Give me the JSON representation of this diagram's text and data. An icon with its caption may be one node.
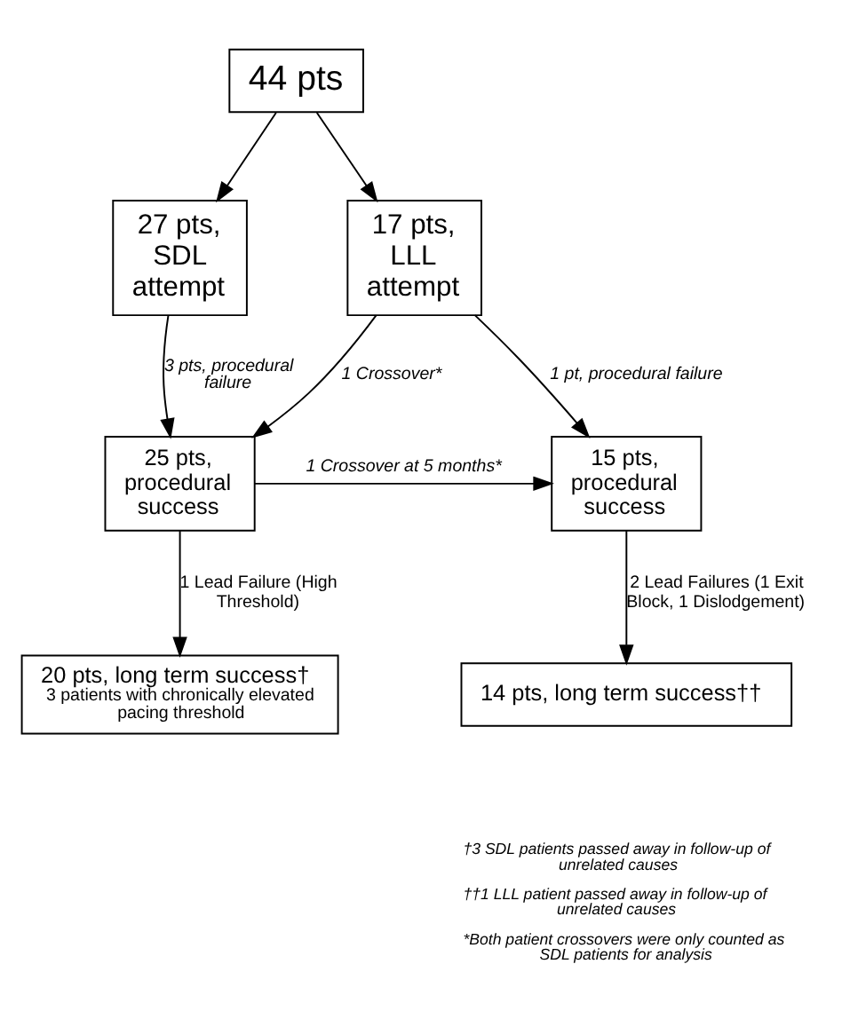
{
  "diagram": {
    "nodes": [
      {
        "text": [
          "44 pts"
        ]
      },
      {
        "text": [
          "27 pts, SDL attempt"
        ]
      },
      {
        "text": [
          "17 pts, LLL attempt"
        ]
      },
      {
        "text": [
          "25 pts, procedural success"
        ]
      },
      {
        "text": [
          "15 pts, procedural success"
        ]
      },
      {
        "text": [
          "20 pts, long term success†",
          "3 patients with chronically elevated pacing threshold"
        ]
      },
      {
        "text": [
          "14 pts, long term success††"
        ]
      }
    ],
    "edges": [
      {
        "from": 0,
        "to": 1,
        "arrow": "to"
      },
      {
        "from": 0,
        "to": 2,
        "arrow": "to"
      },
      {
        "from": 1,
        "to": 3,
        "arrow": "to",
        "label": "3 pts, procedural failure"
      },
      {
        "from": 2,
        "to": 3,
        "arrow": "to",
        "label": "1 Crossover*"
      },
      {
        "from": 2,
        "to": 4,
        "arrow": "to",
        "label": "1 pt, procedural failure"
      },
      {
        "from": 3,
        "to": 4,
        "arrow": "to",
        "label": "1 Crossover at 5 months*"
      },
      {
        "from": 3,
        "to": 5,
        "arrow": "to",
        "label": "1 Lead Failure (High Threshold)"
      },
      {
        "from": 4,
        "to": 6,
        "arrow": "to",
        "label": "2 Lead Failures (1 Exit Block, 1 Dislodgement)"
      }
    ],
    "labels": [
      "†3 SDL patients passed away in follow-up of unrelated causes",
      "††1 LLL patient passed away in follow-up of unrelated causes",
      "*Both patient crossovers were only counted as SDL patients for analysis"
    ]
  }
}
